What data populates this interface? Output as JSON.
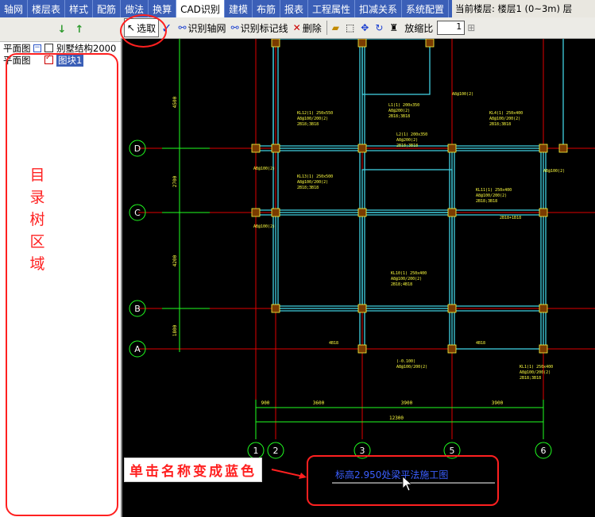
{
  "menu": {
    "tabs": [
      "轴网",
      "楼层表",
      "样式",
      "配筋",
      "做法",
      "换算",
      "CAD识别",
      "建模",
      "布筋",
      "报表",
      "工程属性",
      "扣减关系",
      "系统配置"
    ],
    "active_tab": "CAD识别",
    "floor_info": "当前楼层: 楼层1 (0~3m) 层"
  },
  "tree": {
    "rows": [
      {
        "label": "平面图",
        "node": "别墅结构2000",
        "expanded": true,
        "checked": false
      },
      {
        "label": "平面图",
        "node": "图块1",
        "checked": true,
        "selected": true
      }
    ],
    "area_label": "目录树区域"
  },
  "toolbar": {
    "select_label": "选取",
    "recognize_axis_label": "识别轴网",
    "recognize_marker_label": "识别标记线",
    "delete_label": "删除",
    "zoom_label": "放缩比",
    "zoom_value": "1"
  },
  "drawing": {
    "axis_letters": [
      "D",
      "C",
      "B",
      "A"
    ],
    "axis_numbers": [
      "1",
      "2",
      "3",
      "5",
      "6"
    ],
    "vertical_dims": [
      "4500",
      "2700",
      "4200",
      "1800"
    ],
    "horizontal_dims": [
      "900",
      "3600",
      "3900",
      "3900"
    ],
    "total_dim": "12300",
    "title": "标高2.950处梁平法施工图"
  },
  "annotation": {
    "callout": "单击名称变成蓝色"
  },
  "colors": {
    "menu_bg": "#3b5fb7",
    "annotation_red": "#ff2020",
    "axis_red": "#e00000",
    "beam_cyan": "#40d0e0",
    "text_yellow": "#ffff40",
    "dim_green": "#20ff20"
  }
}
